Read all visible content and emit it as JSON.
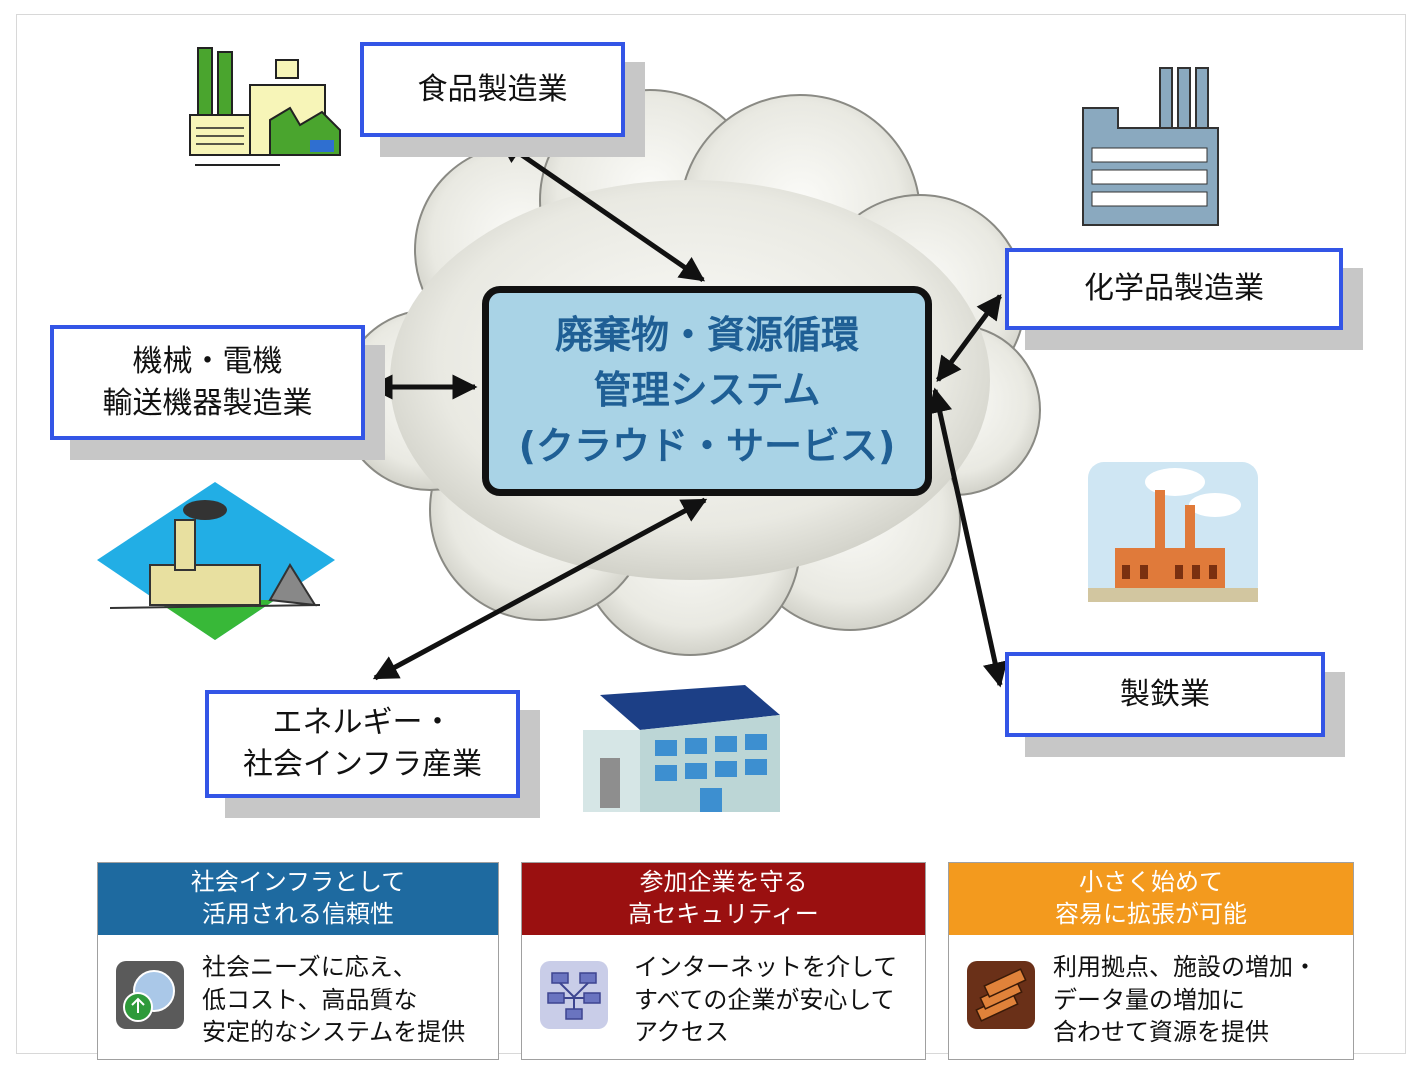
{
  "center": {
    "label": "廃棄物・資源循環\n管理システム\n(クラウド・サービス)"
  },
  "industries": {
    "food": "食品製造業",
    "chemical": "化学品製造業",
    "machinery": "機械・電機\n輸送機器製造業",
    "steel": "製鉄業",
    "energy": "エネルギー・\n社会インフラ産業"
  },
  "features": [
    {
      "title": "社会インフラとして\n活用される信頼性",
      "text": "社会ニーズに応え、\n低コスト、高品質な\n安定的なシステムを提供",
      "color": "#1e6aa0",
      "icon": "globe-recycle-icon"
    },
    {
      "title": "参加企業を守る\n高セキュリティー",
      "text": "インターネットを介して\nすべての企業が安心して\nアクセス",
      "color": "#9a1010",
      "icon": "network-icon"
    },
    {
      "title": "小さく始めて\n容易に拡張が可能",
      "text": "利用拠点、施設の増加・\nデータ量の増加に\n合わせて資源を提供",
      "color": "#f39a1e",
      "icon": "server-expand-icon"
    }
  ],
  "colors": {
    "box_border": "#3355e6",
    "center_fill": "#a9d3e6",
    "center_text": "#1f5f95",
    "cloud": "#e6e6df"
  }
}
